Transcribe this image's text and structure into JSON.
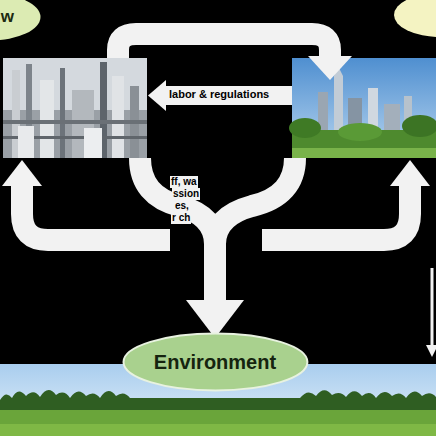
{
  "diagram": {
    "nodes": [
      {
        "text": [
          "w"
        ]
      },
      {
        "text": [
          "Environment"
        ]
      }
    ],
    "labels": [
      "labor & regulations",
      "ff, wa",
      "ssion",
      "es,",
      "r ch"
    ]
  }
}
